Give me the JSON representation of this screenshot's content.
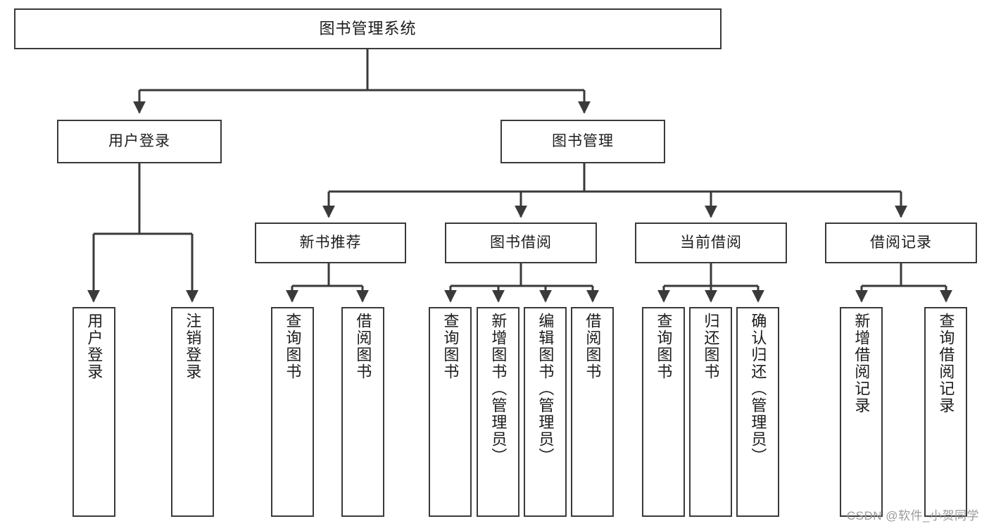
{
  "diagram": {
    "title": "图书管理系统",
    "type": "tree",
    "line_color": "#3a3a3a",
    "box_fill": "#ffffff",
    "text_color": "#1c1c1c",
    "root": {
      "id": "root",
      "label": "图书管理系统"
    },
    "level1": [
      {
        "id": "n-user-login",
        "label": "用户登录"
      },
      {
        "id": "n-book-manage",
        "label": "图书管理"
      }
    ],
    "level2": [
      {
        "id": "n-new-book-rec",
        "label": "新书推荐"
      },
      {
        "id": "n-book-borrow",
        "label": "图书借阅"
      },
      {
        "id": "n-current-borrow",
        "label": "当前借阅"
      },
      {
        "id": "n-borrow-record",
        "label": "借阅记录"
      }
    ],
    "leaves": [
      {
        "id": "l-user-login",
        "label": "用户登录",
        "parent": "n-user-login"
      },
      {
        "id": "l-logout-login",
        "label": "注销登录",
        "parent": "n-user-login"
      },
      {
        "id": "l-query-book-1",
        "label": "查询图书",
        "parent": "n-new-book-rec"
      },
      {
        "id": "l-borrow-book-1",
        "label": "借阅图书",
        "parent": "n-new-book-rec"
      },
      {
        "id": "l-query-book-2",
        "label": "查询图书",
        "parent": "n-book-borrow"
      },
      {
        "id": "l-add-book",
        "label": "新增图书（管理员）",
        "parent": "n-book-borrow"
      },
      {
        "id": "l-edit-book",
        "label": "编辑图书（管理员）",
        "parent": "n-book-borrow"
      },
      {
        "id": "l-borrow-book-2",
        "label": "借阅图书",
        "parent": "n-book-borrow"
      },
      {
        "id": "l-query-book-3",
        "label": "查询图书",
        "parent": "n-current-borrow"
      },
      {
        "id": "l-return-book",
        "label": "归还图书",
        "parent": "n-current-borrow"
      },
      {
        "id": "l-confirm-return",
        "label": "确认归还（管理员）",
        "parent": "n-current-borrow"
      },
      {
        "id": "l-add-record",
        "label": "新增借阅记录",
        "parent": "n-borrow-record"
      },
      {
        "id": "l-query-record",
        "label": "查询借阅记录",
        "parent": "n-borrow-record"
      }
    ]
  },
  "watermark": {
    "text": "CSDN @软件_小贺同学"
  }
}
